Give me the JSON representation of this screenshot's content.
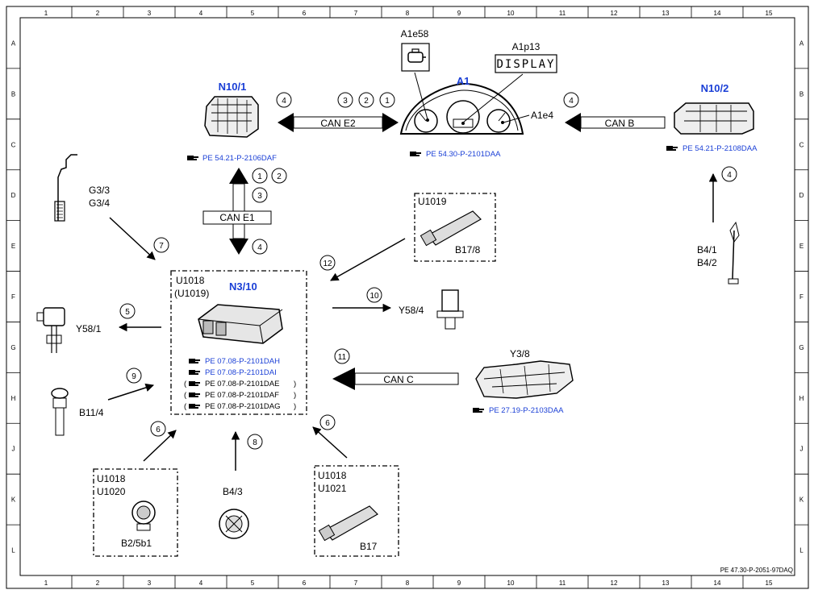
{
  "frame": {
    "cols": [
      "1",
      "2",
      "3",
      "4",
      "5",
      "6",
      "7",
      "8",
      "9",
      "10",
      "11",
      "12",
      "13",
      "14",
      "15"
    ],
    "rows": [
      "A",
      "B",
      "C",
      "D",
      "E",
      "F",
      "G",
      "H",
      "J",
      "K",
      "L"
    ],
    "doc_id": "PE 47.30-P-2051-97DAQ"
  },
  "components": {
    "a1e58": "A1e58",
    "a1p13": "A1p13",
    "display_text": "DISPLAY",
    "a1": "A1",
    "a1e4": "A1e4",
    "n10_1": "N10/1",
    "n10_2": "N10/2",
    "g3": "G3/3",
    "g3b": "G3/4",
    "u1019_top": "U1019",
    "b17_8": "B17/8",
    "u1018": "U1018",
    "u1019_paren": "(U1019)",
    "n3_10": "N3/10",
    "y58_1": "Y58/1",
    "y58_4": "Y58/4",
    "y3_8": "Y3/8",
    "b4_1": "B4/1",
    "b4_2": "B4/2",
    "b11_4": "B11/4",
    "b4_3": "B4/3",
    "bl_u1018": "U1018",
    "bl_u1020": "U1020",
    "b2_5b1": "B2/5b1",
    "br_u1018": "U1018",
    "br_u1021": "U1021",
    "b17": "B17"
  },
  "buses": {
    "can_e2": "CAN E2",
    "can_b": "CAN B",
    "can_e1": "CAN E1",
    "can_c": "CAN C"
  },
  "refs": {
    "n10_1": "PE 54.21-P-2106DAF",
    "a1": "PE 54.30-P-2101DAA",
    "n10_2": "PE 54.21-P-2108DAA",
    "y3_8": "PE 27.19-P-2103DAA",
    "n3_1": "PE 07.08-P-2101DAH",
    "n3_2": "PE 07.08-P-2101DAI",
    "n3_3": "PE 07.08-P-2101DAE",
    "n3_4": "PE 07.08-P-2101DAF",
    "n3_5": "PE 07.08-P-2101DAG"
  },
  "circles": {
    "c1": "1",
    "c2": "2",
    "c3": "3",
    "c4": "4",
    "c5": "5",
    "c6": "6",
    "c7": "7",
    "c8": "8",
    "c9": "9",
    "c10": "10",
    "c11": "11",
    "c12": "12"
  },
  "colors": {
    "blue": "#1a3fd6",
    "line": "#000000"
  }
}
